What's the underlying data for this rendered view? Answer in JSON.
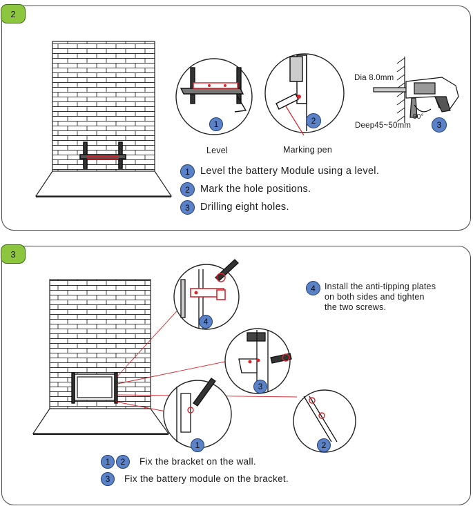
{
  "step2": {
    "tab": "2",
    "label_level": "Level",
    "label_marking_pen": "Marking  pen",
    "label_dia": "Dia 8.0mm",
    "label_deep": "Deep45~50mm",
    "label_angle": "90°",
    "callouts": [
      "1",
      "2",
      "3"
    ],
    "instructions": [
      {
        "num": "1",
        "text": "Level the battery Module using a level."
      },
      {
        "num": "2",
        "text": "Mark the hole positions."
      },
      {
        "num": "3",
        "text": "Drilling eight holes."
      }
    ]
  },
  "step3": {
    "tab": "3",
    "callouts": [
      "4",
      "3",
      "1",
      "2"
    ],
    "note_num": "4",
    "note_lines": [
      "Install the anti-tipping plates",
      "on both sides and tighten",
      "the two screws."
    ],
    "instructions": [
      {
        "nums": [
          "1",
          "2"
        ],
        "text": "Fix the bracket on the wall."
      },
      {
        "nums": [
          "3"
        ],
        "text": "Fix the battery module on the bracket."
      }
    ]
  },
  "colors": {
    "tab_green": "#8cc63f",
    "badge_blue": "#5b82c6",
    "highlight_red": "#d9262c"
  }
}
